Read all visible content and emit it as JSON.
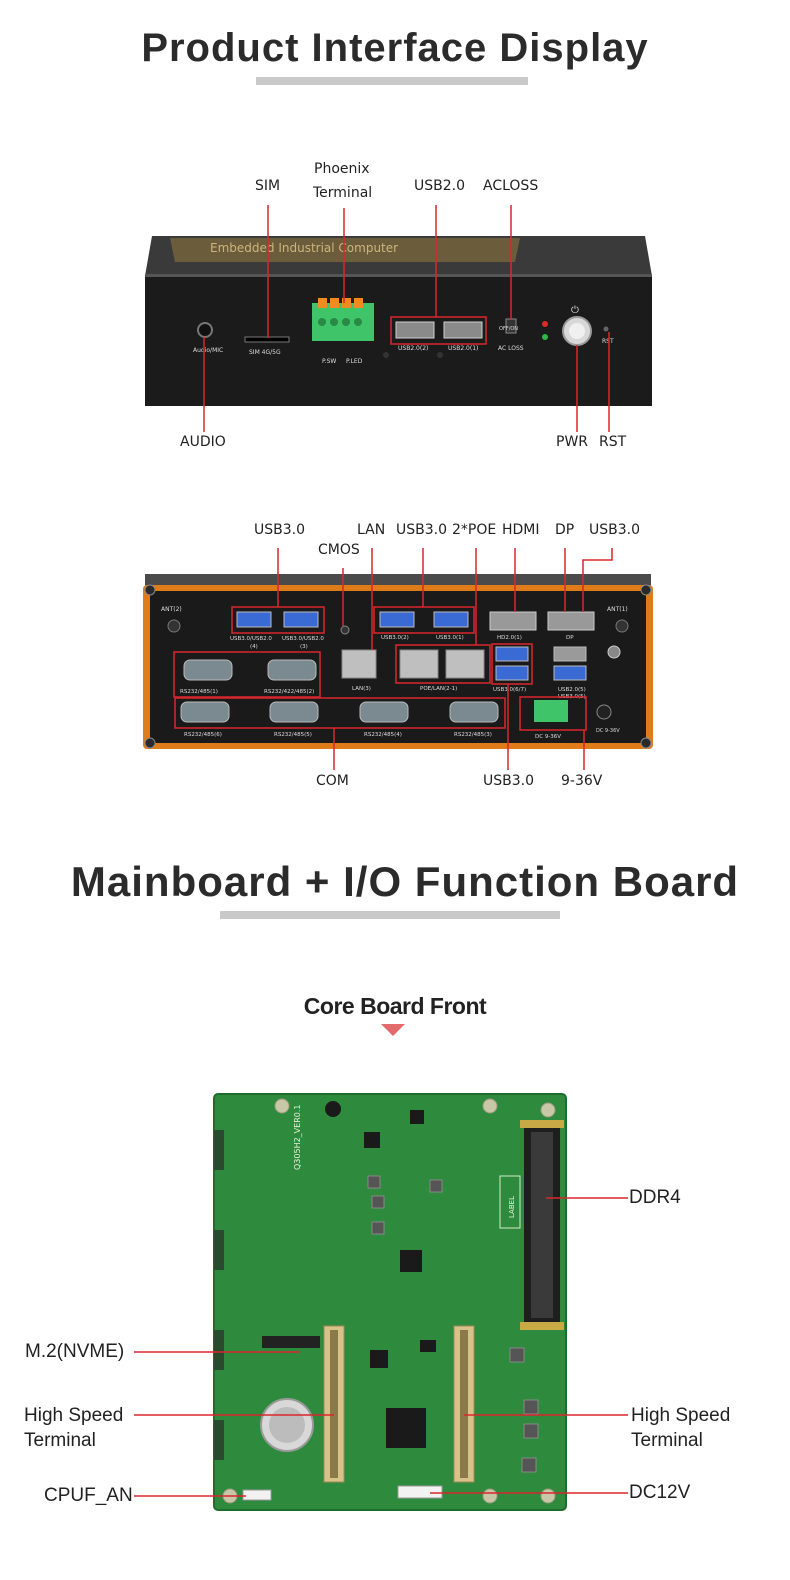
{
  "section1": {
    "title": "Product Interface Display"
  },
  "section2": {
    "title": "Mainboard + I/O Function Board",
    "subtitle": "Core Board Front"
  },
  "front": {
    "brand_text": "Embedded Industrial Computer",
    "labels": {
      "sim": "SIM",
      "phoenix_l1": "Phoenix",
      "phoenix_l2": "Terminal",
      "usb20": "USB2.0",
      "acloss": "ACLOSS",
      "audio": "AUDIO",
      "pwr": "PWR",
      "rst": "RST"
    },
    "silk": {
      "audio_mic": "Audio/MIC",
      "sim": "SIM 4G/5G",
      "psw": "P.SW",
      "pled": "P.LED",
      "usb2_2": "USB2.0(2)",
      "usb2_1": "USB2.0(1)",
      "offon": "OFF/ON",
      "acloss": "AC LOSS",
      "rst": "RST"
    }
  },
  "rear": {
    "labels": {
      "usb30_a": "USB3.0",
      "cmos": "CMOS",
      "lan": "LAN",
      "usb30_b": "USB3.0",
      "poe": "2*POE",
      "hdmi": "HDMI",
      "dp": "DP",
      "usb30_c": "USB3.0",
      "com": "COM",
      "usb30_d": "USB3.0",
      "dc": "9-36V"
    },
    "silk": {
      "ant2": "ANT(2)",
      "ant1": "ANT(1)",
      "usb4": "USB3.0/USB2.0",
      "usb4n": "(4)",
      "usb3": "USB3.0/USB2.0",
      "usb3n": "(3)",
      "usb2": "USB3.0(2)",
      "usb1": "USB3.0(1)",
      "hd": "HD2.0(1)",
      "dp": "DP",
      "rs1": "RS232/485(1)",
      "rs2": "RS232/422/485(2)",
      "lan3": "LAN(3)",
      "poelan": "POE/LAN(2-1)",
      "usb67": "USB3.0(6/7)",
      "usb5": "USB2.0(5)",
      "usb5b": "USB3.0(5)",
      "rs6": "RS232/485(6)",
      "rs5": "RS232/485(5)",
      "rs4": "RS232/485(4)",
      "rs3": "RS232/485(3)",
      "dc": "DC 9-36V",
      "dcin": "DC 9-36V"
    }
  },
  "board": {
    "labels": {
      "ddr4": "DDR4",
      "m2": "M.2(NVME)",
      "hs_left_1": "High Speed",
      "hs_left_2": "Terminal",
      "hs_right_1": "High Speed",
      "hs_right_2": "Terminal",
      "cpufan": "CPUF_AN",
      "dc12v": "DC12V"
    },
    "silk": {
      "label": "LABEL",
      "model": "Q305H2_VER0.1"
    }
  },
  "colors": {
    "accent": "#e07b1a",
    "leader": "#d9262c",
    "pcb": "#2e8b3e",
    "case": "#1d1d1d"
  }
}
